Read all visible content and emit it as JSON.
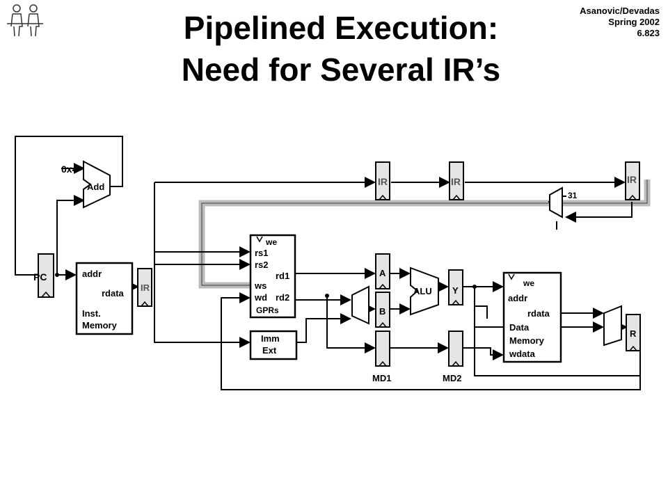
{
  "header": {
    "credit_line1": "Asanovic/Devadas",
    "credit_line2": "Spring 2002",
    "credit_line3": "6.823"
  },
  "slide": {
    "title_line1": "Pipelined Execution:",
    "title_line2": "Need for Several IR’s"
  },
  "diagram": {
    "pc_label": "PC",
    "adder_const": "0x4",
    "adder_label": "Add",
    "imem_addr": "addr",
    "imem_rdata": "rdata",
    "imem_name1": "Inst.",
    "imem_name2": "Memory",
    "ir_label": "IR",
    "gpr_we": "we",
    "gpr_rs1": "rs1",
    "gpr_rs2": "rs2",
    "gpr_rd1": "rd1",
    "gpr_ws": "ws",
    "gpr_wd": "wd",
    "gpr_rd2": "rd2",
    "gpr_name": "GPRs",
    "imm_line1": "Imm",
    "imm_line2": "Ext",
    "reg_a": "A",
    "reg_b": "B",
    "alu_label": "ALU",
    "reg_y": "Y",
    "dmem_we": "we",
    "dmem_addr": "addr",
    "dmem_rdata": "rdata",
    "dmem_name1": "Data",
    "dmem_name2": "Memory",
    "dmem_wdata": "wdata",
    "reg_r": "R",
    "md1_label": "MD1",
    "md2_label": "MD2",
    "const_31": "31"
  }
}
